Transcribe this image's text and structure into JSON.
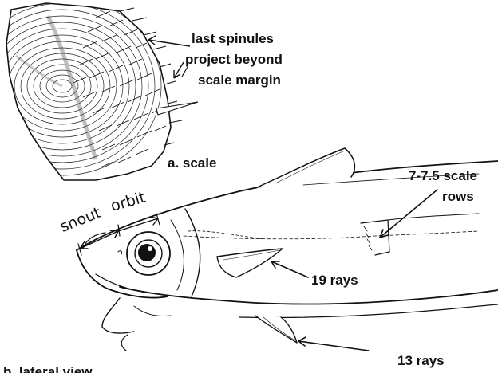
{
  "labels": {
    "last_spinules": "last spinules",
    "project_beyond": "project beyond",
    "scale_margin": "scale margin",
    "scale": "a. scale",
    "scale_rows_1": "7-7.5 scale",
    "scale_rows_2": "rows",
    "rays_19": "19 rays",
    "rays_13": "13 rays",
    "lateral_view": "b.  lateral  view",
    "snout": "snout",
    "orbit": "orbit"
  },
  "colors": {
    "ink": "#111111",
    "paper": "#ffffff"
  }
}
